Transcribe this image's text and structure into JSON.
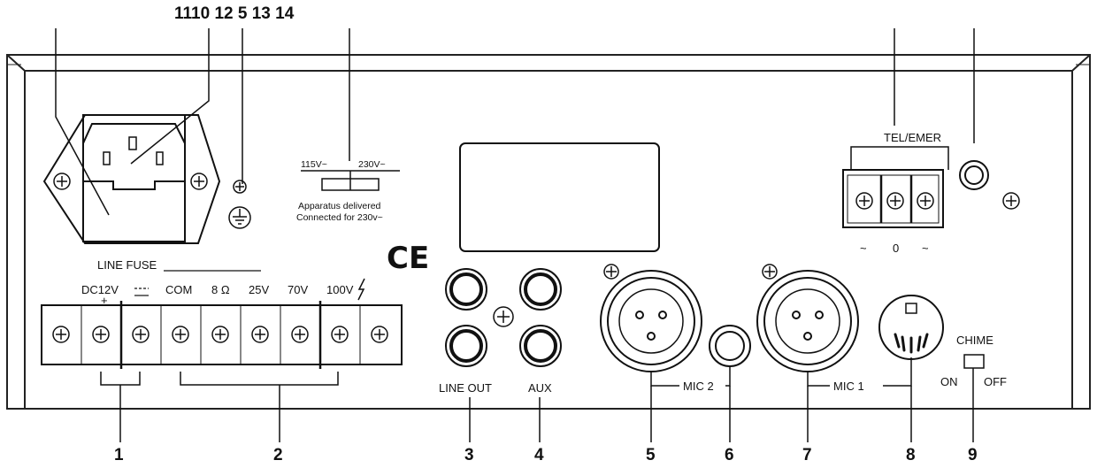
{
  "callouts": {
    "top_left": "1110 12 5 13 14",
    "bottom": [
      "1",
      "2",
      "3",
      "4",
      "5",
      "6",
      "7",
      "8",
      "9"
    ]
  },
  "voltage_selector": {
    "left": "115V~",
    "right": "230V~",
    "note_line1": "Apparatus  delivered",
    "note_line2": "Connected for 230v~"
  },
  "ce_mark": "CE",
  "line_fuse": "LINE FUSE",
  "terminals": {
    "dc": "DC12V",
    "plus": "+",
    "minus": "−",
    "com": "COM",
    "ohm": "8 Ω",
    "v25": "25V",
    "v70": "70V",
    "v100": "100V"
  },
  "line_out": "LINE OUT",
  "aux": "AUX",
  "mic2": "MIC   2",
  "mic1": "MIC   1",
  "tel_emer": "TEL/EMER",
  "tel_marks": [
    "~",
    "0",
    "~"
  ],
  "chime": "CHIME",
  "on": "ON",
  "off": "OFF"
}
